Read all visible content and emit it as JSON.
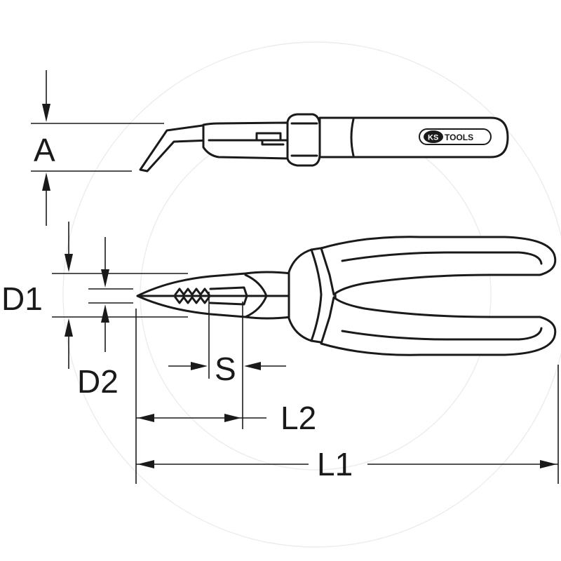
{
  "logo": {
    "part1": "KS",
    "part2": "TOOLS"
  },
  "labels": {
    "A": "A",
    "D1": "D1",
    "D2": "D2",
    "S": "S",
    "L1": "L1",
    "L2": "L2"
  }
}
